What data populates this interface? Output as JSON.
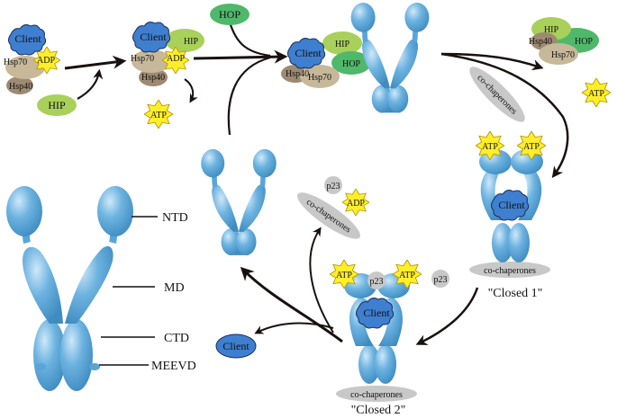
{
  "labels": {
    "client": "Client",
    "hsp70": "Hsp70",
    "hsp40": "Hsp40",
    "adp": "ADP",
    "atp": "ATP",
    "hip": "HIP",
    "hop": "HOP",
    "p23": "p23",
    "cochaperones": "co-chaperones",
    "closed1": "\"Closed 1\"",
    "closed2": "\"Closed 2\""
  },
  "domains": {
    "ntd": "NTD",
    "md": "MD",
    "ctd": "CTD",
    "meevd": "MEEVD"
  },
  "colors": {
    "hsp90": "#5aa5d8",
    "client": "#3f7fd0",
    "hsp70": "#c7b89a",
    "hsp40": "#9e8a72",
    "hip": "#a9d05a",
    "hop": "#4fb86a",
    "atp": "#ffee2a",
    "grey": "#c8c8c8",
    "arrow": "#1a1010"
  }
}
